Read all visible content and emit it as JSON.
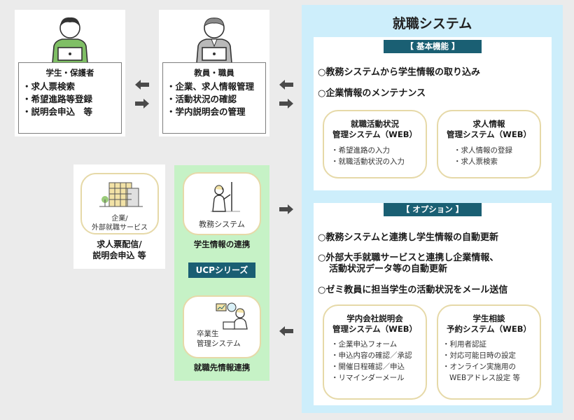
{
  "student": {
    "role": "学生・保護者",
    "items": [
      "・求人票検索",
      "・希望進路等登録",
      "・説明会申込　等"
    ]
  },
  "staff": {
    "role": "教員・職員",
    "items": [
      "・企業、求人情報管理",
      "・活動状況の確認",
      "・学内説明会の管理"
    ]
  },
  "system": {
    "title": "就職システム",
    "basic": {
      "tag": "【 基本機能 】",
      "features": [
        "○教務システムから学生情報の取り込み",
        "○企業情報のメンテナンス"
      ],
      "modules": [
        {
          "title_line1": "就職活動状況",
          "title_line2": "管理システム（WEB）",
          "items": [
            "・希望進路の入力",
            "・就職活動状況の入力"
          ]
        },
        {
          "title_line1": "求人情報",
          "title_line2": "管理システム（WEB）",
          "items": [
            "・求人情報の登録",
            "・求人票検索"
          ]
        }
      ]
    },
    "option": {
      "tag": "【 オプション 】",
      "features": [
        "○教務システムと連携し学生情報の自動更新",
        "○外部大手就職サービスと連携し企業情報、",
        "活動状況データ等の自動更新",
        "○ゼミ教員に担当学生の活動状況をメール送信"
      ],
      "modules": [
        {
          "title_line1": "学内会社説明会",
          "title_line2": "管理システム（WEB）",
          "items": [
            "・企業申込フォーム",
            "・申込内容の確認／承認",
            "・開催日程確認／申込",
            "・リマインダーメール"
          ]
        },
        {
          "title_line1": "学生相談",
          "title_line2": "予約システム（WEB）",
          "items": [
            "・利用者認証",
            "・対応可能日時の設定",
            "・オンライン実施用の",
            "WEBアドレス設定 等"
          ]
        }
      ]
    }
  },
  "company": {
    "label_line1": "企業/",
    "label_line2": "外部就職サービス",
    "caption_line1": "求人票配信/",
    "caption_line2": "説明会申込 等"
  },
  "ucp": {
    "badge": "UCPシリーズ",
    "academic": {
      "label": "教務システム",
      "caption": "学生情報の連携"
    },
    "graduate": {
      "label_line1": "卒業生",
      "label_line2": "管理システム",
      "caption": "就職先情報連携"
    }
  },
  "colors": {
    "panel_blue": "#cdeefb",
    "tag_teal": "#1a5f73",
    "ucp_green": "#c6f2c6",
    "bubble_border": "#e6d9a8",
    "arrow_gray": "#4a4a4a"
  }
}
